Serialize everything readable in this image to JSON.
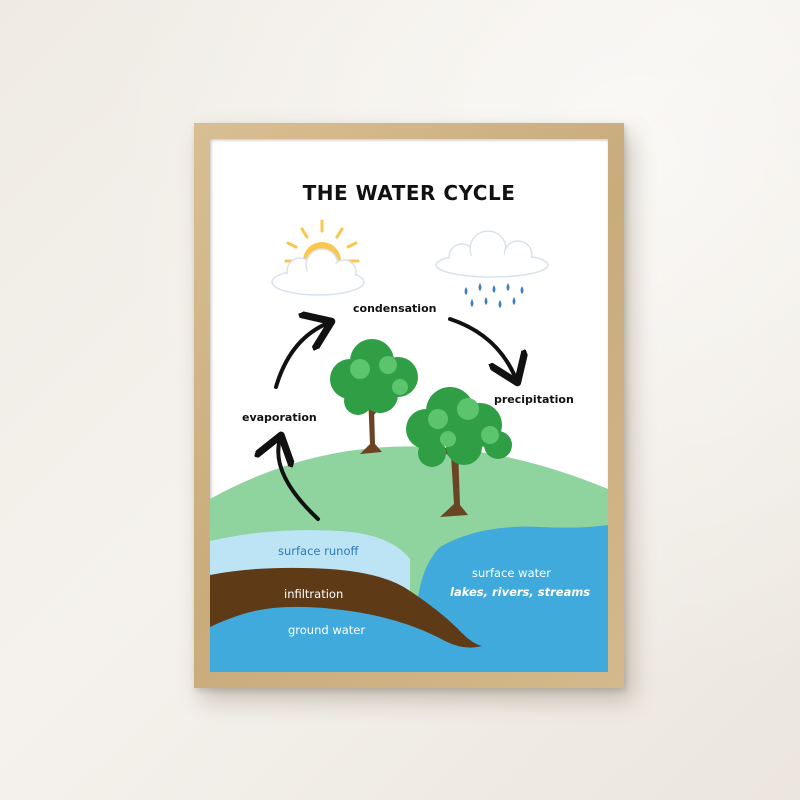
{
  "title": "THE WATER CYCLE",
  "labels": {
    "condensation": "condensation",
    "precipitation": "precipitation",
    "evaporation": "evaporation",
    "surface_runoff": "surface runoff",
    "surface_water": "surface water",
    "surface_water_examples": "lakes, rivers, streams",
    "infiltration": "infiltration",
    "ground_water": "ground water"
  },
  "colors": {
    "frame": "#cdb07f",
    "hill": "#8fd39f",
    "runoff": "#bde4f4",
    "surface_water": "#40aadc",
    "soil": "#5e3a17",
    "ground_water": "#40aadc",
    "sun": "#f9c74f",
    "rain": "#3d7fc0",
    "tree_foliage": "#2f9e44",
    "tree_trunk": "#6b4423"
  },
  "icons": [
    "sun-icon",
    "cloud-icon",
    "rain-cloud-icon",
    "tree-icon",
    "arrow-icon"
  ]
}
